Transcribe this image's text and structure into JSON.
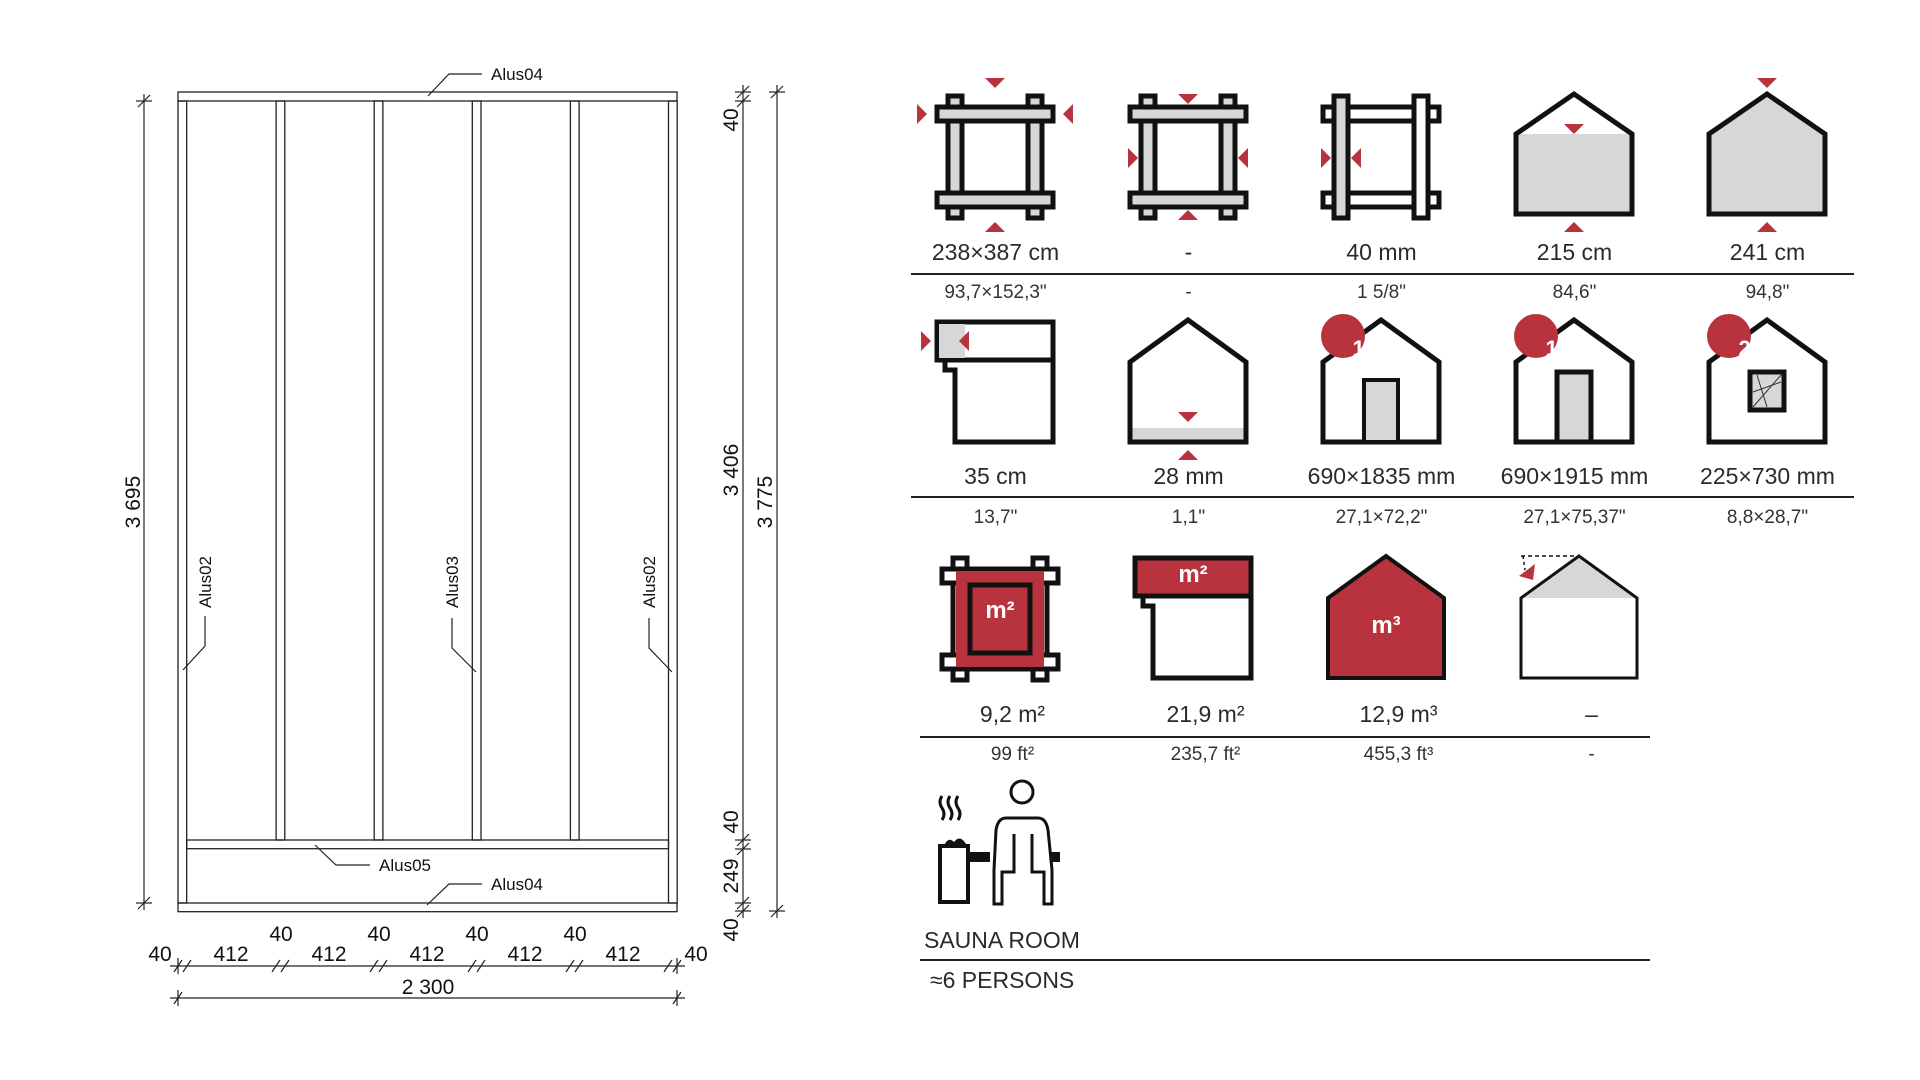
{
  "drawing": {
    "labels": {
      "top_plate": "Alus04",
      "bottom_plate": "Alus04",
      "nogging": "Alus05",
      "left_stud": "Alus02",
      "middle_stud": "Alus03",
      "right_stud": "Alus02"
    },
    "dimensions": {
      "overall_width": "2 300",
      "stud_width": "40",
      "stud_spacing": "412",
      "left_height": "3 695",
      "right_top_plate": "40",
      "right_main": "3 406",
      "right_nogging": "40",
      "right_lower": "249",
      "right_bottom_plate": "40",
      "overall_height": "3 775"
    }
  },
  "specs": {
    "row1": [
      {
        "icon": "footprint-dimensions-icon",
        "metric": "238×387 cm",
        "imperial": "93,7×152,3\""
      },
      {
        "icon": "inner-dimensions-icon",
        "metric": "-",
        "imperial": "-"
      },
      {
        "icon": "wall-thickness-icon",
        "metric": "40 mm",
        "imperial": "1 5/8\""
      },
      {
        "icon": "wall-height-icon",
        "metric": "215 cm",
        "imperial": "84,6\""
      },
      {
        "icon": "ridge-height-icon",
        "metric": "241 cm",
        "imperial": "94,8\""
      }
    ],
    "row2": [
      {
        "icon": "roof-overhang-icon",
        "metric": "35 cm",
        "imperial": "13,7\""
      },
      {
        "icon": "floor-thickness-icon",
        "metric": "28 mm",
        "imperial": "1,1\""
      },
      {
        "icon": "door-icon",
        "badge": "1×",
        "metric": "690×1835 mm",
        "imperial": "27,1×72,2\""
      },
      {
        "icon": "door-icon",
        "badge": "1×",
        "metric": "690×1915 mm",
        "imperial": "27,1×75,37\""
      },
      {
        "icon": "window-icon",
        "badge": "2×",
        "metric": "225×730 mm",
        "imperial": "8,8×28,7\""
      }
    ],
    "row3": [
      {
        "icon": "floor-area-icon",
        "unit_mark": "m²",
        "metric": "9,2 m²",
        "imperial": "99 ft²"
      },
      {
        "icon": "roof-area-icon",
        "unit_mark": "m²",
        "metric": "21,9 m²",
        "imperial": "235,7 ft²"
      },
      {
        "icon": "volume-icon",
        "unit_mark": "m³",
        "metric": "12,9 m³",
        "imperial": "455,3 ft³"
      },
      {
        "icon": "roof-pitch-icon",
        "metric": "–",
        "imperial": "-"
      }
    ],
    "sauna": {
      "icon": "sauna-room-icon",
      "title": "SAUNA ROOM",
      "capacity": "≈6 PERSONS"
    }
  },
  "colors": {
    "accent": "#b9333e",
    "fill_gray": "#d6d7d9",
    "line": "#111111"
  }
}
